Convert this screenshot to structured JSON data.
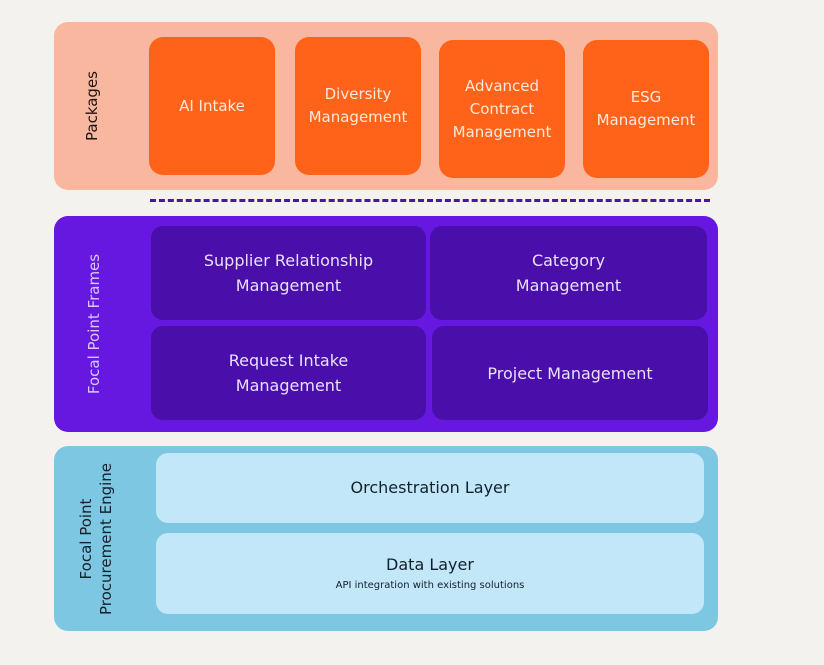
{
  "colors": {
    "background": "#f3f2ee",
    "packages_panel": "#f9b7a0",
    "package_box": "#ff6219",
    "frames_panel": "#6618e0",
    "frame_box": "#4a0eab",
    "engine_panel": "#7ec7e2",
    "engine_box": "#c1e7f8",
    "divider": "#4a17a5"
  },
  "packages": {
    "label": "Packages",
    "items": [
      {
        "label": "AI Intake"
      },
      {
        "label": "Diversity\nManagement"
      },
      {
        "label": "Advanced\nContract\nManagement"
      },
      {
        "label": "ESG\nManagement"
      }
    ]
  },
  "frames": {
    "label": "Focal Point Frames",
    "items": [
      {
        "label": "Supplier Relationship\nManagement"
      },
      {
        "label": "Category\nManagement"
      },
      {
        "label": "Request Intake\nManagement"
      },
      {
        "label": "Project Management"
      }
    ]
  },
  "engine": {
    "label": "Focal Point\nProcurement Engine",
    "layers": [
      {
        "title": "Orchestration Layer",
        "subtitle": ""
      },
      {
        "title": "Data Layer",
        "subtitle": "API integration with existing solutions"
      }
    ]
  }
}
